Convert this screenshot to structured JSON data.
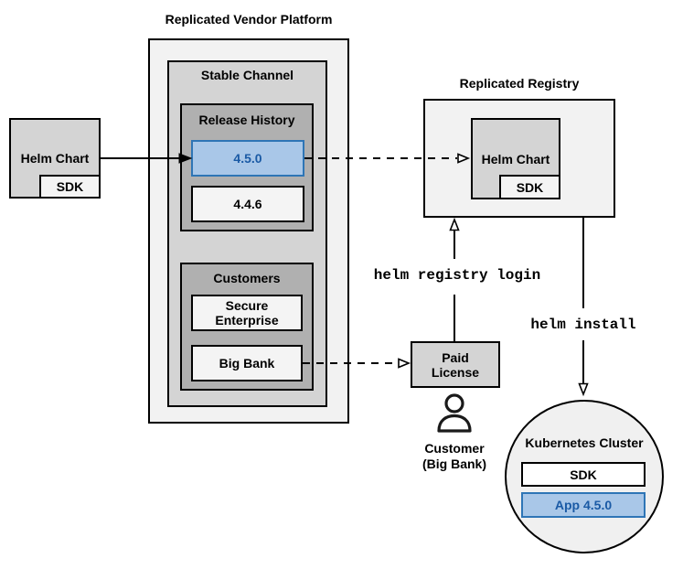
{
  "vendor": {
    "title": "Replicated Vendor Platform",
    "stable": {
      "title": "Stable Channel",
      "release_history": {
        "title": "Release History",
        "versions": [
          {
            "label": "4.5.0",
            "highlighted": true
          },
          {
            "label": "4.4.6",
            "highlighted": false
          }
        ]
      },
      "customers": {
        "title": "Customers",
        "items": [
          {
            "label": "Secure Enterprise"
          },
          {
            "label": "Big Bank"
          }
        ]
      }
    }
  },
  "source": {
    "helm_chart": "Helm Chart",
    "sdk": "SDK"
  },
  "registry": {
    "title": "Replicated Registry",
    "helm_chart": "Helm Chart",
    "sdk": "SDK"
  },
  "paid_license": {
    "label": "Paid License"
  },
  "customer": {
    "name": "Customer",
    "org": "(Big Bank)"
  },
  "kubernetes": {
    "title": "Kubernetes Cluster",
    "sdk": "SDK",
    "app": "App 4.5.0"
  },
  "commands": {
    "registry_login": "helm registry login",
    "install": "helm install"
  },
  "colors": {
    "container_fill": "#f2f2f2",
    "medium_fill": "#d4d4d4",
    "dark_fill": "#b0b0b0",
    "item_fill": "#f4f4f4",
    "cluster_fill": "#f0f0f0",
    "sdk_cluster_fill": "#ffffff",
    "highlight_fill": "#a9c7e8",
    "highlight_border": "#2e75b6",
    "highlight_text": "#1a5aa5",
    "line": "#000000"
  }
}
